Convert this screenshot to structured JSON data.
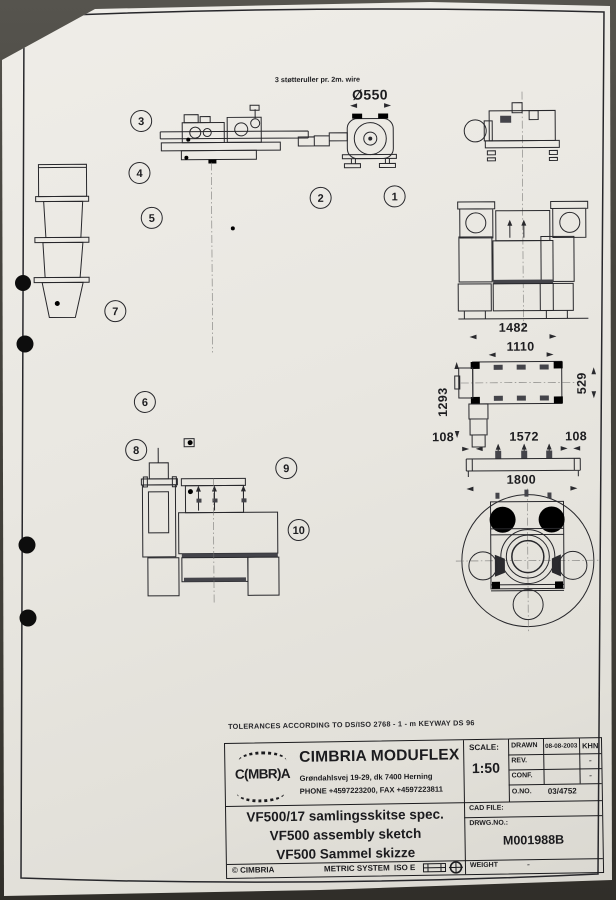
{
  "annotations": {
    "wire_note": "3 støtteruller pr. 2m. wire",
    "tolerances": "TOLERANCES ACCORDING TO DS/ISO 2768 - 1 - m  KEYWAY  DS 96"
  },
  "callouts": [
    "1",
    "2",
    "3",
    "4",
    "5",
    "6",
    "7",
    "8",
    "9",
    "10"
  ],
  "dimensions": {
    "spout_diameter": "Ø550",
    "overall_width": "1482",
    "frame_width": "1110",
    "frame_height": "529",
    "side_height": "1293",
    "left_offset": "108",
    "bolt_span": "1572",
    "right_offset": "108",
    "base_width": "1800"
  },
  "title_block": {
    "logo_text": "C(MBR)A",
    "company": "CIMBRIA MODUFLEX",
    "address": "Grøndahlsvej 19-29, dk 7400 Herning",
    "phone": "PHONE +4597223200, FAX +4597223811",
    "scale_label": "SCALE:",
    "scale_value": "1:50",
    "drawn_label": "DRAWN",
    "drawn_date": "08-08-2003",
    "drawn_initials": "KHN",
    "rev_label": "REV.",
    "rev_value": "-",
    "conf_label": "CONF.",
    "conf_value": "-",
    "order_no_label": "O.NO.",
    "order_no_value": "03/4752",
    "title_line_1": "VF500/17 samlingsskitse spec.",
    "title_line_2": "VF500 assembly sketch",
    "title_line_3": "VF500 Sammel skizze",
    "cad_file_label": "CAD FILE:",
    "drawing_no_label": "DRWG.NO.:",
    "drawing_no_value": "M001988B",
    "copyright": "© CIMBRIA",
    "metric_system": "METRIC SYSTEM",
    "iso_code": "ISO E",
    "weight_label": "WEIGHT",
    "weight_value": "-"
  }
}
